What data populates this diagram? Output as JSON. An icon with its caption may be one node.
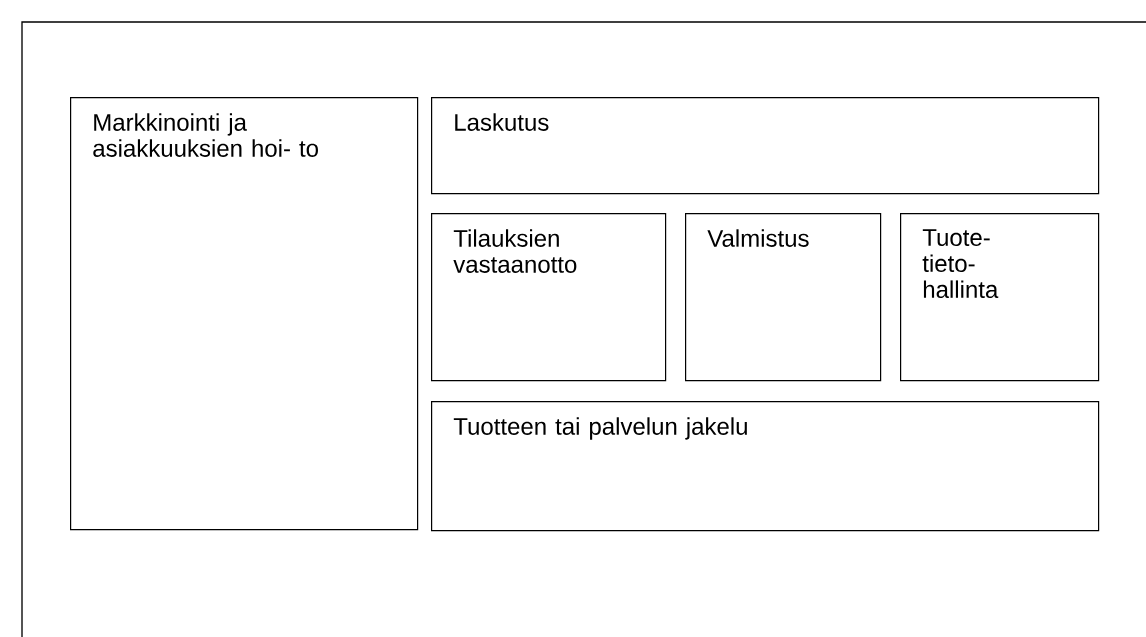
{
  "diagram": {
    "nodes": [
      {
        "text": [],
        "shape": "box"
      },
      {
        "text": [
          "Markkinointi ja asiakkuuksien hoi- to"
        ],
        "in": 0
      },
      {
        "text": [
          "Laskutus"
        ],
        "in": 0
      },
      {
        "text": [
          "Tilauksien vastaanotto"
        ],
        "in": 0
      },
      {
        "text": [
          "Valmistus"
        ],
        "in": 0
      },
      {
        "text": [
          "Tuote- tieto- hallinta"
        ],
        "in": 0
      },
      {
        "text": [
          "Tuotteen tai palvelun jakelu"
        ],
        "in": 0
      }
    ]
  }
}
